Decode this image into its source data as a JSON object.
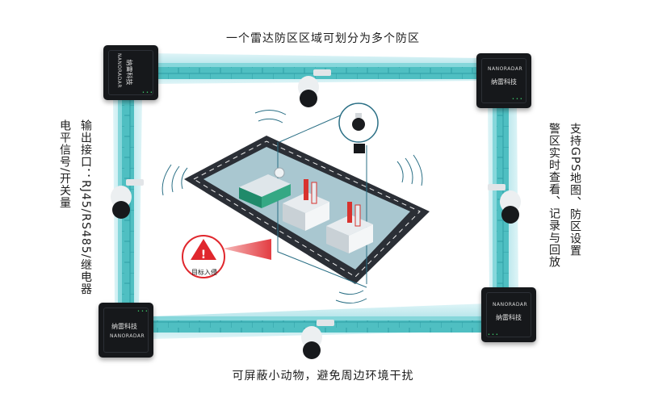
{
  "captions": {
    "top": "一个雷达防区区域可划分为多个防区",
    "bottom": "可屏蔽小动物，避免周边环境干扰",
    "left_col1": "输出接口：RJ45/RS485/继电器",
    "left_col2": "电平信号/开关量",
    "right_col1": "支持GPS地图、防区设置",
    "right_col2": "警区实时查看、记录与回放"
  },
  "radar_unit": {
    "brand_en": "NANORADAR",
    "brand_cn": "纳雷科技",
    "leds": "•••"
  },
  "alert": {
    "label": "目标入侵",
    "symbol": "!"
  },
  "colors": {
    "wall": "#4fbfc2",
    "wall_dark": "#2f9fa6",
    "beam": "#c8ecf1",
    "radar_body": "#16181b",
    "road": "#2b2f36",
    "zone": "#a9c7d0",
    "alert_red": "#e0272d"
  }
}
